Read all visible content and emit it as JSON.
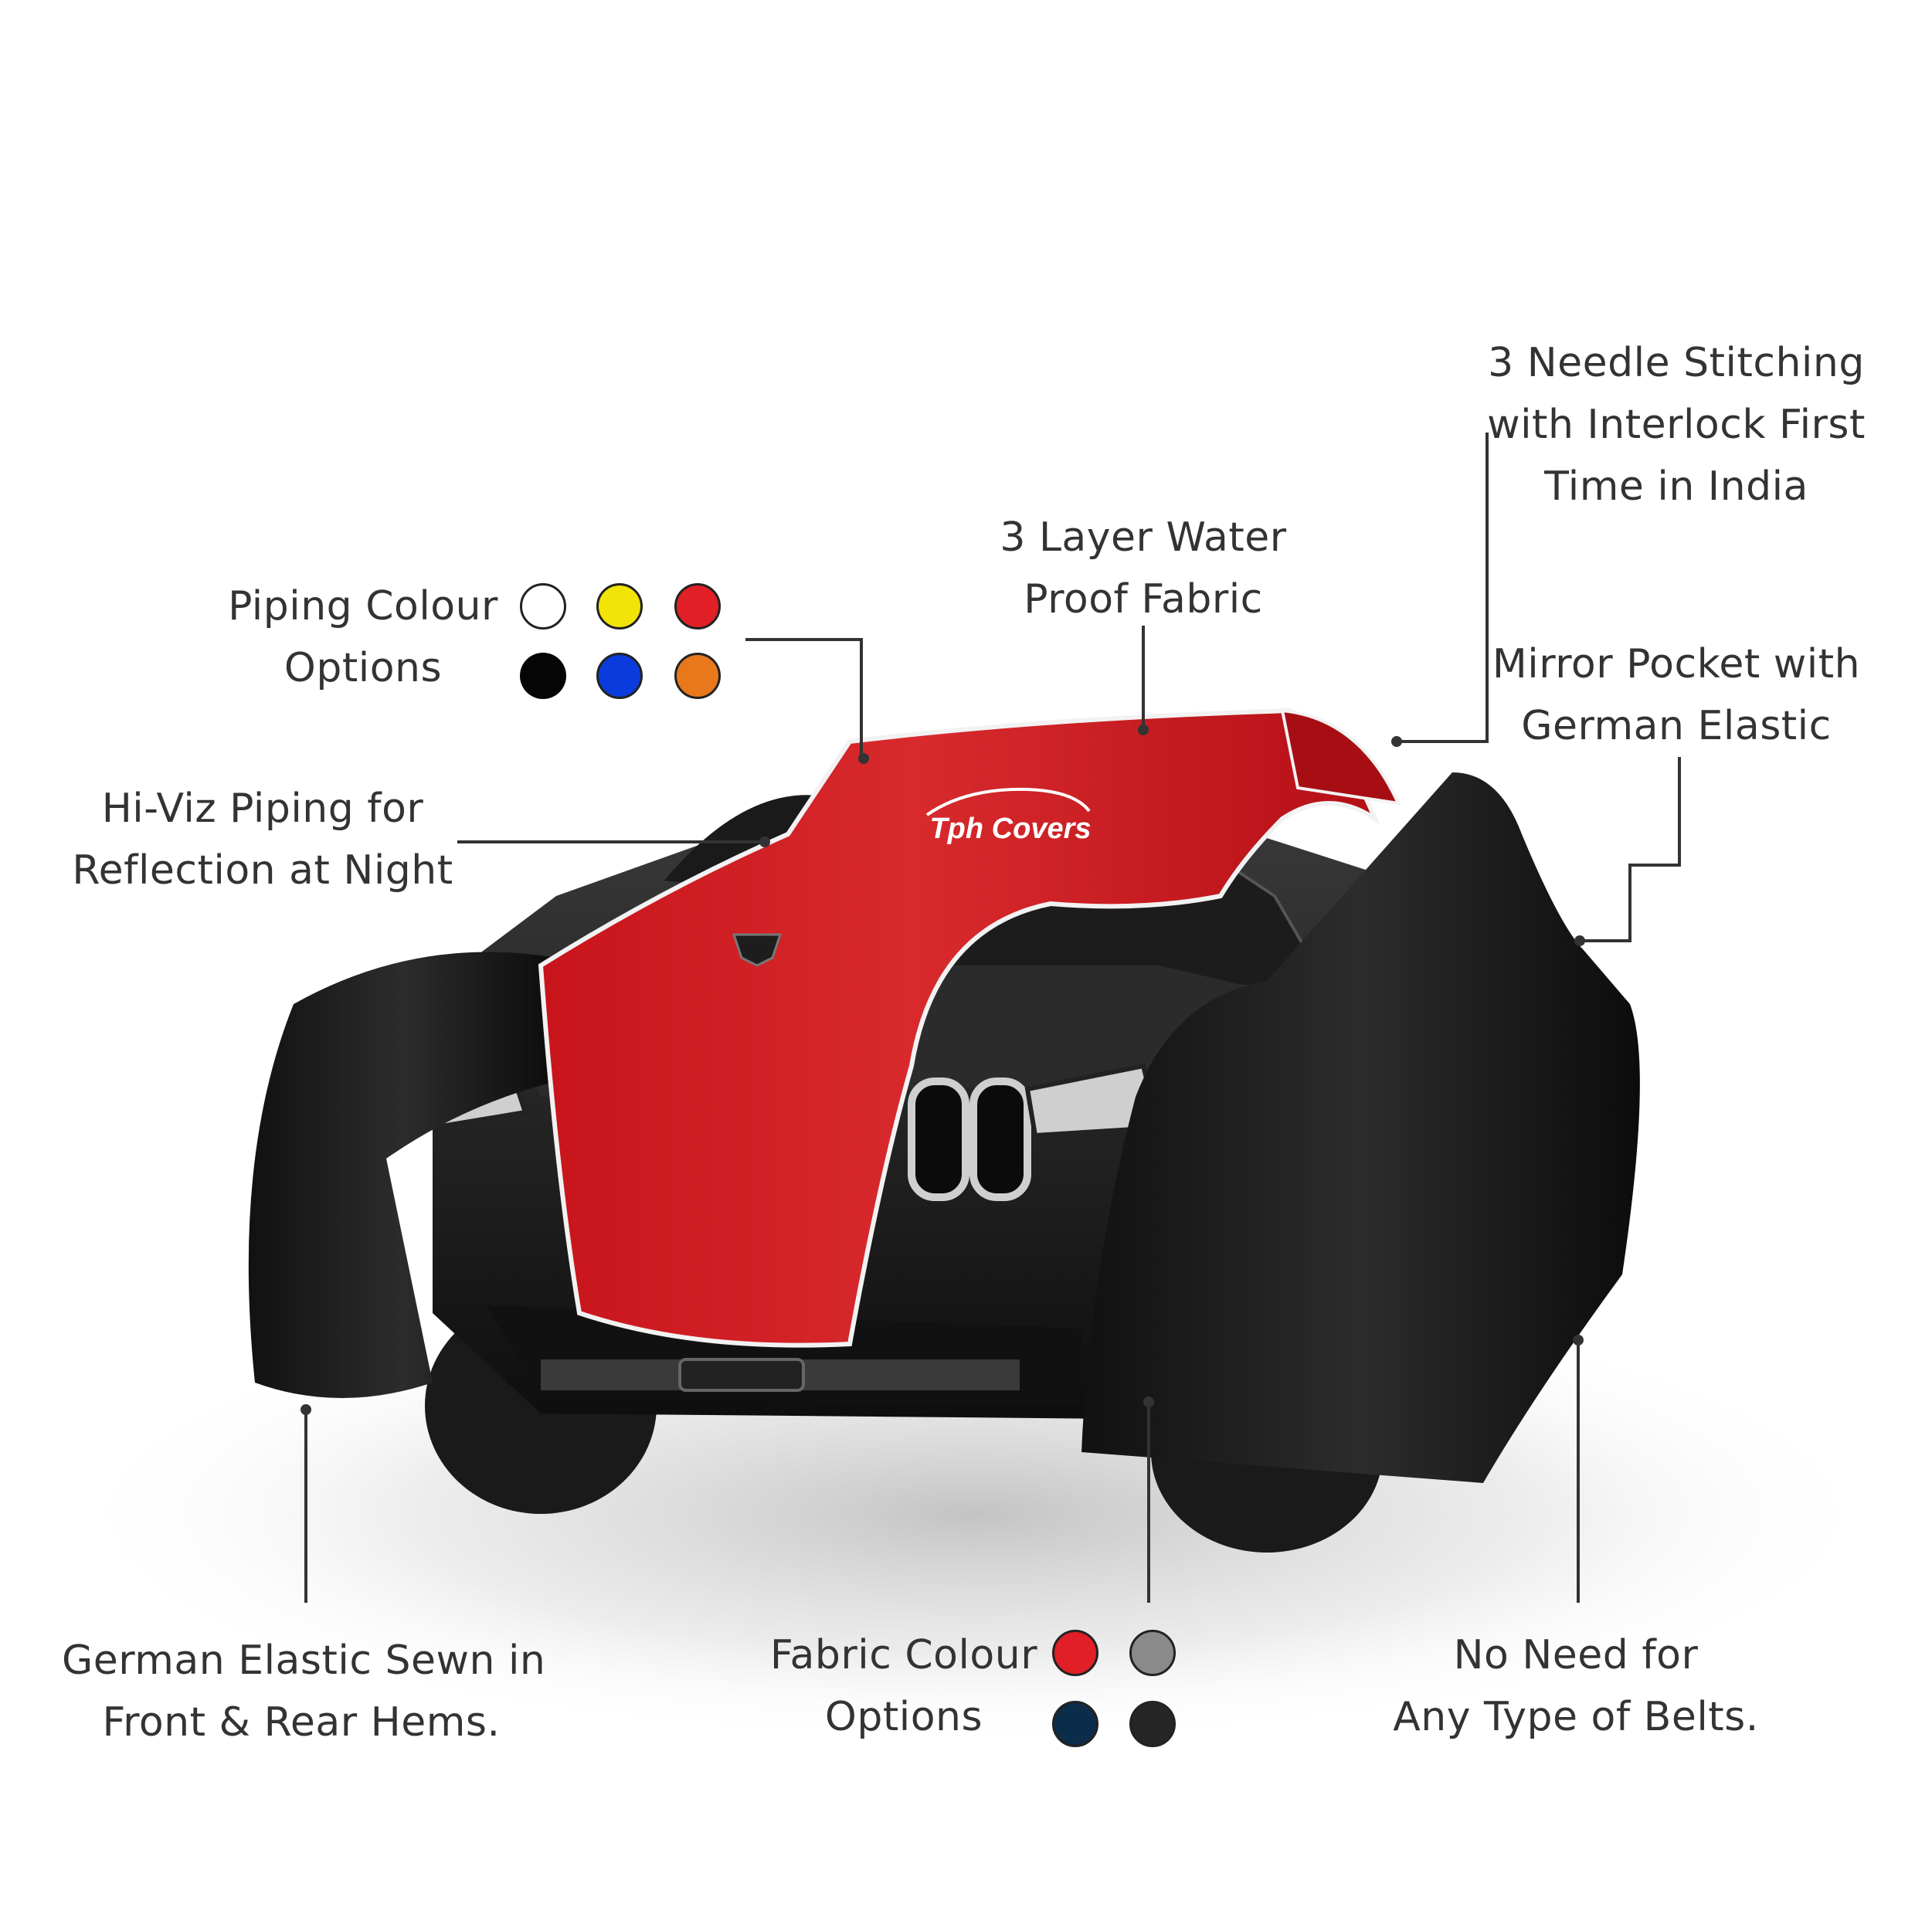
{
  "brand": {
    "logo_text": "Tph Covers",
    "badge_text": "Tph Covers"
  },
  "callouts": {
    "stitching": {
      "lines": [
        "3 Needle Stitching",
        "with Interlock First",
        "Time in India"
      ]
    },
    "water_proof": {
      "lines": [
        "3 Layer Water",
        "Proof Fabric"
      ]
    },
    "piping_colour": {
      "lines": [
        "Piping Colour",
        "Options"
      ]
    },
    "mirror_pocket": {
      "lines": [
        "Mirror Pocket with",
        "German Elastic"
      ]
    },
    "hi_viz": {
      "lines": [
        "Hi-Viz Piping for",
        "Reflection at Night"
      ]
    },
    "german_elastic": {
      "lines": [
        "German Elastic Sewn in",
        "Front & Rear Hems."
      ]
    },
    "fabric_colour": {
      "lines": [
        "Fabric Colour",
        "Options"
      ]
    },
    "no_belts": {
      "lines": [
        "No Need for",
        "Any Type of Belts."
      ]
    }
  },
  "piping_swatches": [
    {
      "name": "white",
      "color": "#ffffff"
    },
    {
      "name": "yellow",
      "color": "#f2e406"
    },
    {
      "name": "red",
      "color": "#e01f26"
    },
    {
      "name": "black",
      "color": "#050505"
    },
    {
      "name": "blue",
      "color": "#0a3bdc"
    },
    {
      "name": "orange",
      "color": "#e8781c"
    }
  ],
  "fabric_swatches": [
    {
      "name": "red",
      "color": "#e01f26"
    },
    {
      "name": "grey",
      "color": "#8a8a8a"
    },
    {
      "name": "navy",
      "color": "#0c2d4a"
    },
    {
      "name": "black",
      "color": "#262626"
    }
  ]
}
